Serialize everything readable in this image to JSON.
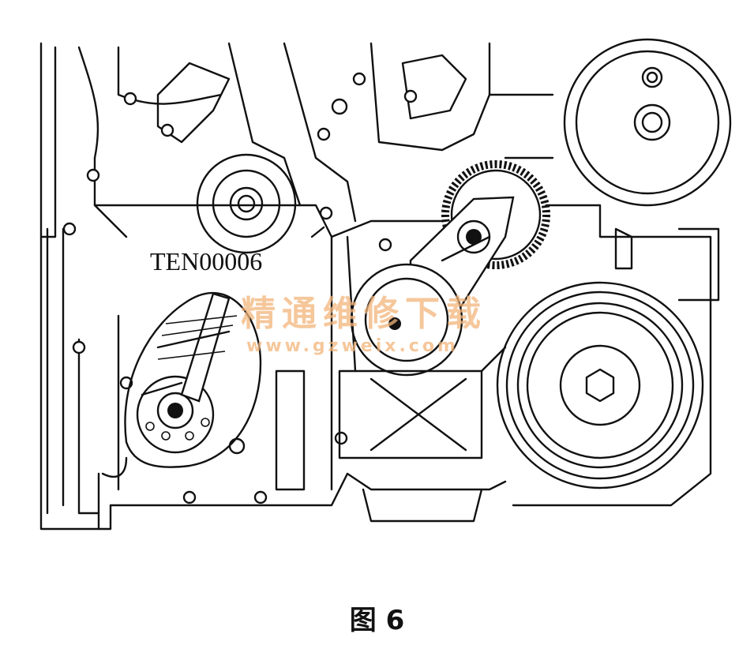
{
  "diagram": {
    "tool_label": "TEN00006",
    "watermark_cn": "精通维修下载",
    "watermark_url": "www.gzweix.com"
  },
  "caption": "图 6"
}
